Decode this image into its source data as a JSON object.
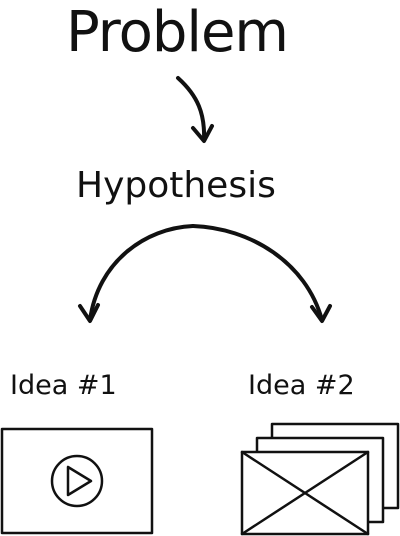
{
  "diagram": {
    "problem_label": "Problem",
    "hypothesis_label": "Hypothesis",
    "ideas": [
      {
        "label": "Idea #1",
        "icon": "video-play-icon"
      },
      {
        "label": "Idea #2",
        "icon": "image-stack-icon"
      }
    ]
  }
}
